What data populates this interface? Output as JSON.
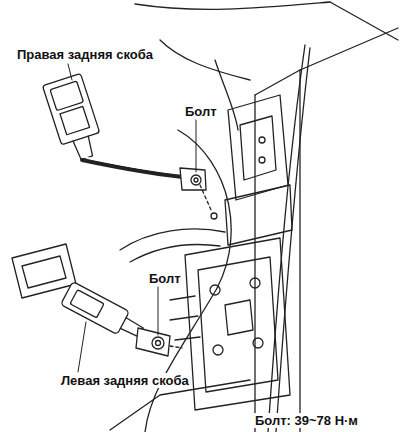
{
  "diagram": {
    "labels": [
      "Правая задняя скоба",
      "Болт",
      "Болт",
      "Левая задняя скоба",
      "Болт: 39~78 Н·м"
    ]
  }
}
